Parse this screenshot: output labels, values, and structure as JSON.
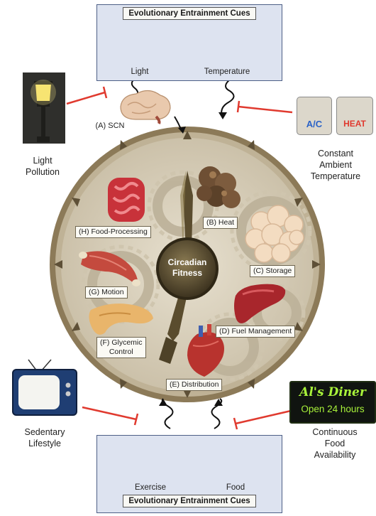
{
  "top_box": {
    "title": "Evolutionary Entrainment Cues",
    "cue_light": "Light",
    "cue_temperature": "Temperature"
  },
  "bottom_box": {
    "title": "Evolutionary Entrainment Cues",
    "cue_exercise": "Exercise",
    "cue_food": "Food"
  },
  "scn_label": "(A) SCN",
  "side_labels": {
    "light_pollution": "Light\nPollution",
    "constant_temp": "Constant\nAmbient\nTemperature",
    "sedentary": "Sedentary\nLifestyle",
    "continuous_food": "Continuous\nFood\nAvailability"
  },
  "thermostat": {
    "ac": "A/C",
    "heat": "HEAT"
  },
  "diner_sign": {
    "line1": "Al's Diner",
    "line2": "Open 24 hours"
  },
  "center": {
    "line1": "Circadian",
    "line2": "Fitness"
  },
  "organs": {
    "heat": "(B) Heat",
    "storage": "(C) Storage",
    "fuel": "(D) Fuel Management",
    "distribution": "(E) Distribution",
    "glycemic1": "(F) Glycemic",
    "glycemic2": "Control",
    "motion": "(G) Motion",
    "food_processing": "(H) Food-Processing"
  },
  "colors": {
    "block_line": "#e03a2f",
    "cue_box_bg": "#dde3f0",
    "clock_face": "#d9d0bc",
    "clock_rim": "#7b6a4a",
    "sign_green": "#a8f23a"
  }
}
